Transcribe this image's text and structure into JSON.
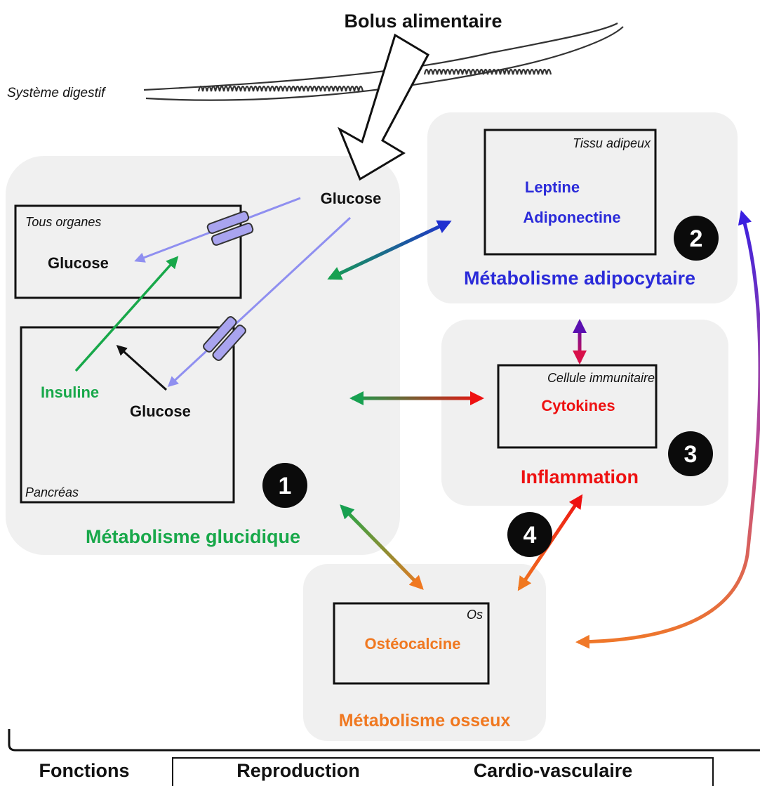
{
  "header": {
    "bolus": "Bolus alimentaire",
    "digestive_system": "Système digestif"
  },
  "glucidique": {
    "number": "1",
    "title": "Métabolisme glucidique",
    "glucose_entry": "Glucose",
    "organs_box": {
      "label": "Tous organes",
      "content": "Glucose"
    },
    "pancreas_box": {
      "label": "Pancréas",
      "glucose": "Glucose",
      "insulin": "Insuline"
    },
    "color": "#18a84a"
  },
  "adipocytaire": {
    "number": "2",
    "title": "Métabolisme adipocytaire",
    "box_label": "Tissu adipeux",
    "hormones": [
      "Leptine",
      "Adiponectine"
    ],
    "color": "#2b2bd9"
  },
  "inflammation": {
    "number": "3",
    "title": "Inflammation",
    "box_label": "Cellule immunitaire",
    "content": "Cytokines",
    "color": "#ee1111"
  },
  "osseux": {
    "number": "4",
    "title": "Métabolisme osseux",
    "box_label": "Os",
    "content": "Ostéocalcine",
    "color": "#f07820"
  },
  "footer": {
    "label": "Fonctions",
    "items": [
      "Reproduction",
      "Cardio-vasculaire"
    ]
  },
  "colors": {
    "panel": "#f0f0f0",
    "transporter": "#a9a4ef",
    "glucose_flow": "#8f8ff0",
    "insulin": "#18a84a"
  }
}
